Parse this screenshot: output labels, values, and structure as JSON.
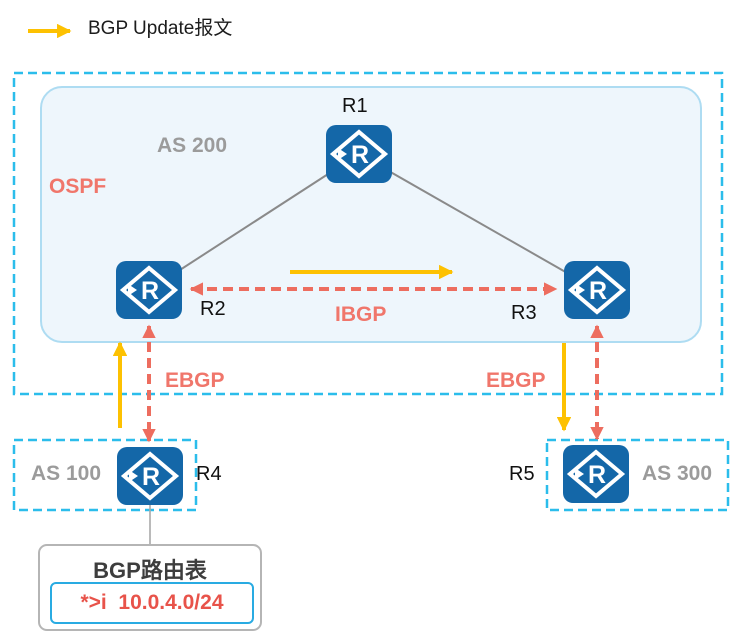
{
  "legend": {
    "label": "BGP Update报文"
  },
  "areas": {
    "as200_label": "AS 200",
    "ospf_label": "OSPF",
    "as100_label": "AS 100",
    "as300_label": "AS 300"
  },
  "routers": {
    "r1": "R1",
    "r2": "R2",
    "r3": "R3",
    "r4": "R4",
    "r5": "R5",
    "icon_letter": "R"
  },
  "sessions": {
    "ibgp": "IBGP",
    "ebgp_left": "EBGP",
    "ebgp_right": "EBGP"
  },
  "bgp_table": {
    "title": "BGP路由表",
    "route": "*>i  10.0.4.0/24"
  },
  "colors": {
    "router_blue": "#1467a8",
    "boundary_cyan": "#2bbdeb",
    "update_yellow": "#fdc101",
    "bgp_red": "#ed6d5f",
    "label_red": "#f0766b",
    "as_label_gray": "#9b9b9b",
    "route_red": "#e8534a",
    "topology_gray": "#8a8a8a"
  }
}
